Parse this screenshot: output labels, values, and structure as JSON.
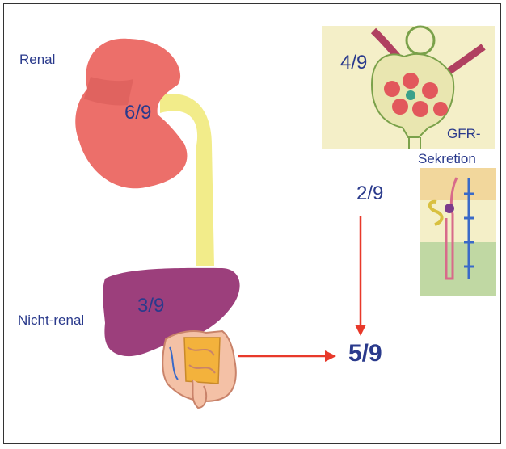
{
  "labels": {
    "renal": "Renal",
    "nicht_renal": "Nicht-renal",
    "kidney_fraction": "6/9",
    "glomerulus_fraction": "4/9",
    "gfr": "GFR-",
    "sekretion": "Sekretion",
    "secretion_fraction": "2/9",
    "liver_fraction": "3/9",
    "result": "5/9"
  },
  "colors": {
    "text": "#2a3a8c",
    "arrow": "#e8392a",
    "kidney": "#ec6f6a",
    "ureter": "#f2ec8a",
    "liver": "#9c3f7c",
    "panel": "#f4efc8"
  }
}
